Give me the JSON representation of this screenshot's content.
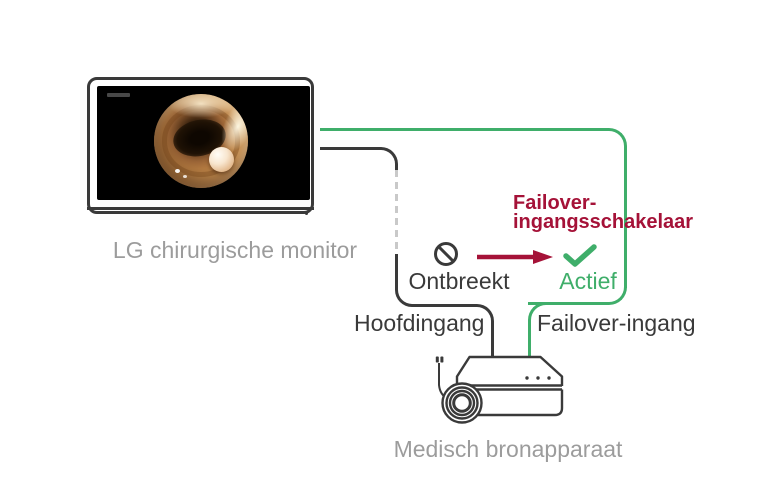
{
  "monitor": {
    "label": "LG chirurgische monitor"
  },
  "failover_switch": {
    "title_line1": "Failover-",
    "title_line2": "ingangsschakelaar",
    "missing_state": "Ontbreekt",
    "active_state": "Actief"
  },
  "connections": {
    "main_input_label": "Hoofdingang",
    "failover_input_label": "Failover-ingang"
  },
  "source_device": {
    "label": "Medisch bronapparaat"
  },
  "icons": {
    "missing": "no-entry-icon",
    "transition": "arrow-right-icon",
    "active": "checkmark-icon"
  },
  "colors": {
    "crimson": "#A51238",
    "green": "#3FAE6A",
    "dark": "#3A3A3A",
    "label_gray": "#9C9C9C",
    "dash_gray": "#C9C9C9",
    "screen_black": "#000000"
  }
}
